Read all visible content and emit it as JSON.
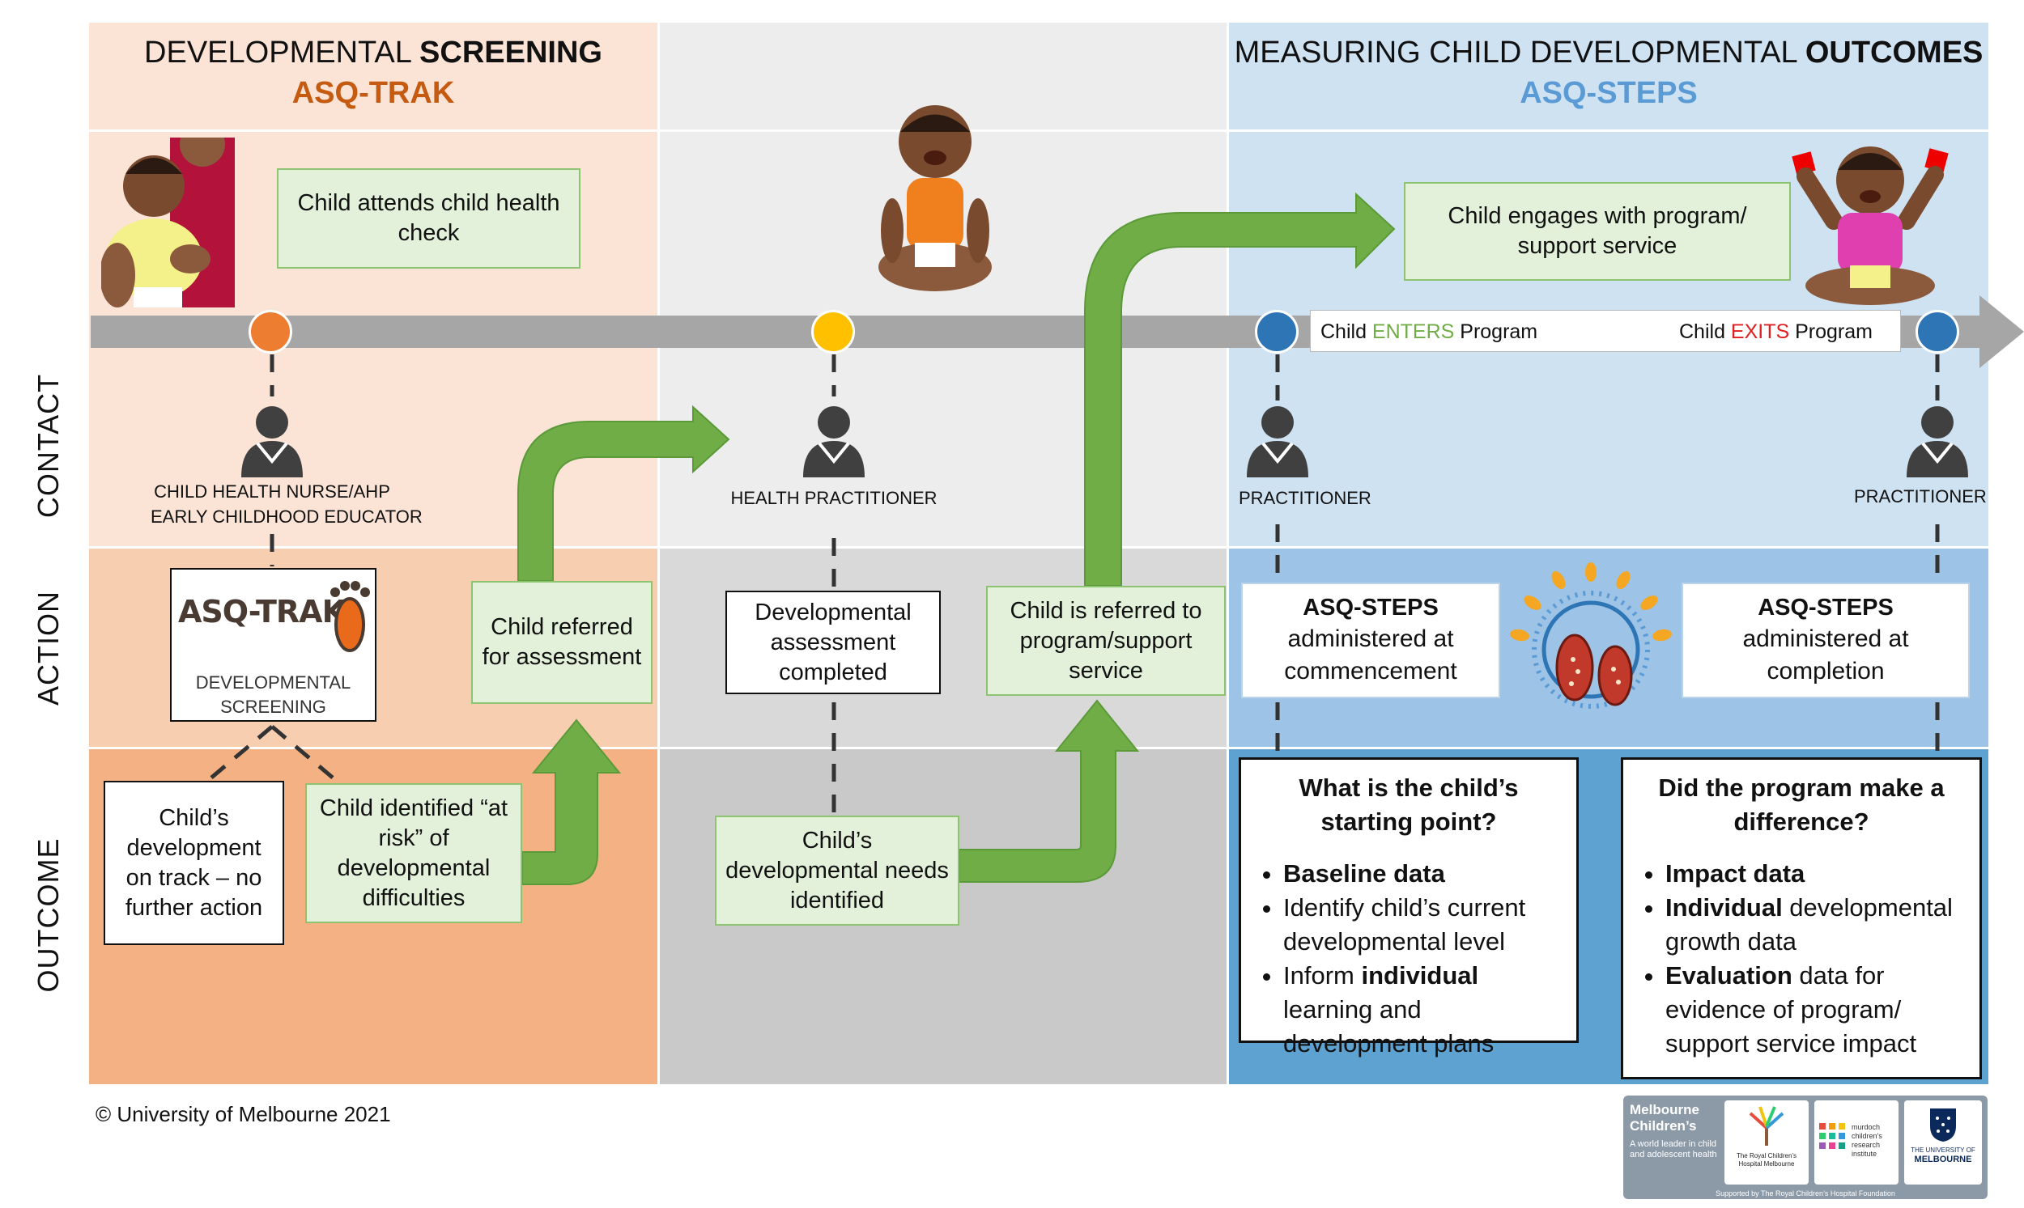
{
  "colors": {
    "screen_header": "#fbe4d6",
    "screen_contact": "#fbe4d6",
    "screen_action": "#f8ceb1",
    "screen_outcome": "#f4b183",
    "middle_contact": "#ededed",
    "middle_action": "#d9d9d9",
    "middle_outcome": "#c9c9c9",
    "outcomes_header": "#cfe2f2",
    "outcomes_contact": "#cfe2f2",
    "outcomes_action": "#9dc3e6",
    "outcomes_outcome": "#5ea2d1",
    "arrow_green": "#70ad47",
    "timeline_gray": "#a6a6a6",
    "asq_trak_orange": "#c55a11",
    "asq_steps_blue": "#5b9bd5",
    "enters_green": "#70ad47",
    "exits_red": "#e02020"
  },
  "headers": {
    "screening_title_plain": "DEVELOPMENTAL ",
    "screening_title_bold": "SCREENING",
    "screening_sub": "ASQ-TRAK",
    "outcomes_title_plain": "MEASURING CHILD DEVELOPMENTAL ",
    "outcomes_title_bold": "OUTCOMES",
    "outcomes_sub": "ASQ-STEPS"
  },
  "row_labels": {
    "contact": "CONTACT",
    "action": "ACTION",
    "outcome": "OUTCOME"
  },
  "contact_boxes": {
    "health_check": "Child attends child health check",
    "engages": "Child engages with program/ support service"
  },
  "timeline": {
    "enters_prefix": "Child ",
    "enters_word": "ENTERS",
    "enters_suffix": " Program",
    "exits_prefix": "Child ",
    "exits_word": "EXITS",
    "exits_suffix": " Program",
    "dot_colors": [
      "#ed7d31",
      "#ffc000",
      "#2e75b6",
      "#2e75b6"
    ]
  },
  "roles": {
    "nurse_line1": "CHILD HEALTH NURSE/AHP",
    "nurse_line2": "EARLY CHILDHOOD EDUCATOR",
    "health_practitioner": "HEALTH PRACTITIONER",
    "practitioner_enter": "PRACTITIONER",
    "practitioner_exit": "PRACTITIONER"
  },
  "action_boxes": {
    "asqtrak_logo": "ASQ-TRAK",
    "asqtrak_caption": "DEVELOPMENTAL SCREENING",
    "referred_assessment": "Child referred for assessment",
    "dev_assessment": "Developmental assessment completed",
    "referred_program": "Child is referred to program/support service",
    "steps_commence_title": "ASQ-STEPS",
    "steps_commence_body": "administered at commencement",
    "steps_complete_title": "ASQ-STEPS",
    "steps_complete_body": "administered at completion"
  },
  "outcome_boxes": {
    "on_track": "Child’s development on track – no further action",
    "at_risk": "Child identified “at risk” of developmental difficulties",
    "needs_identified": "Child’s developmental needs identified",
    "starting_point": {
      "question": "What is the child’s starting point?",
      "b1_bold": "Baseline data",
      "b1_rest": "",
      "b2_pre": "Identify child’s current developmental level",
      "b3_pre": "Inform ",
      "b3_bold": "individual",
      "b3_post": " learning and development plans"
    },
    "difference": {
      "question": "Did the program make a difference?",
      "b1_bold": "Impact data",
      "b2_bold": "Individual",
      "b2_post": " developmental growth data",
      "b3_bold": "Evaluation",
      "b3_post": " data for evidence of program/ support service impact"
    }
  },
  "footer": {
    "copyright": "© University of Melbourne 2021",
    "mc_title": "Melbourne Children’s",
    "mc_tag": "A world leader in child and adolescent health",
    "rch": "The Royal Children’s Hospital Melbourne",
    "mcri": "murdoch children’s research institute",
    "uom_line1": "THE UNIVERSITY OF",
    "uom_line2": "MELBOURNE",
    "supported": "Supported by The Royal Children’s Hospital Foundation"
  }
}
